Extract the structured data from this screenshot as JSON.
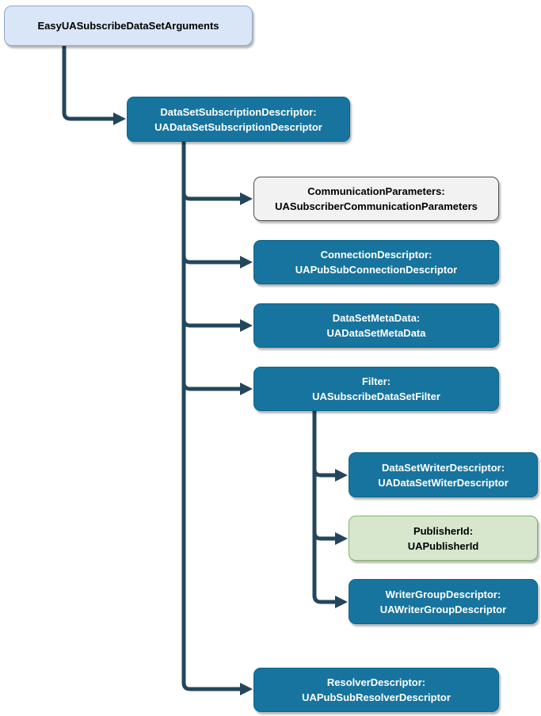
{
  "diagram": {
    "colors": {
      "node_teal": "#17749E",
      "node_blue_fill": "#D9E6F8",
      "node_blue_border": "#8FA7C9",
      "node_gray_fill": "#F2F2F2",
      "node_green_fill": "#D6E7CE",
      "node_green_border": "#85B268",
      "connector": "#24465C",
      "text_on_teal": "#FFFFFF",
      "text_dark": "#000000"
    },
    "nodes": [
      {
        "id": "root",
        "label": "EasyUASubscribeDataSetArguments",
        "type": ""
      },
      {
        "id": "dssd",
        "label": "DataSetSubscriptionDescriptor:",
        "type": "UADataSetSubscriptionDescriptor"
      },
      {
        "id": "comm",
        "label": "CommunicationParameters:",
        "type": "UASubscriberCommunicationParameters"
      },
      {
        "id": "conn",
        "label": "ConnectionDescriptor:",
        "type": "UAPubSubConnectionDescriptor"
      },
      {
        "id": "meta",
        "label": "DataSetMetaData:",
        "type": "UADataSetMetaData"
      },
      {
        "id": "filter",
        "label": "Filter:",
        "type": "UASubscribeDataSetFilter"
      },
      {
        "id": "dswd",
        "label": "DataSetWriterDescriptor:",
        "type": "UADataSetWiterDescriptor"
      },
      {
        "id": "pub",
        "label": "PublisherId:",
        "type": "UAPublisherId"
      },
      {
        "id": "wgd",
        "label": "WriterGroupDescriptor:",
        "type": "UAWriterGroupDescriptor"
      },
      {
        "id": "resolver",
        "label": "ResolverDescriptor:",
        "type": "UAPubSubResolverDescriptor"
      }
    ]
  }
}
